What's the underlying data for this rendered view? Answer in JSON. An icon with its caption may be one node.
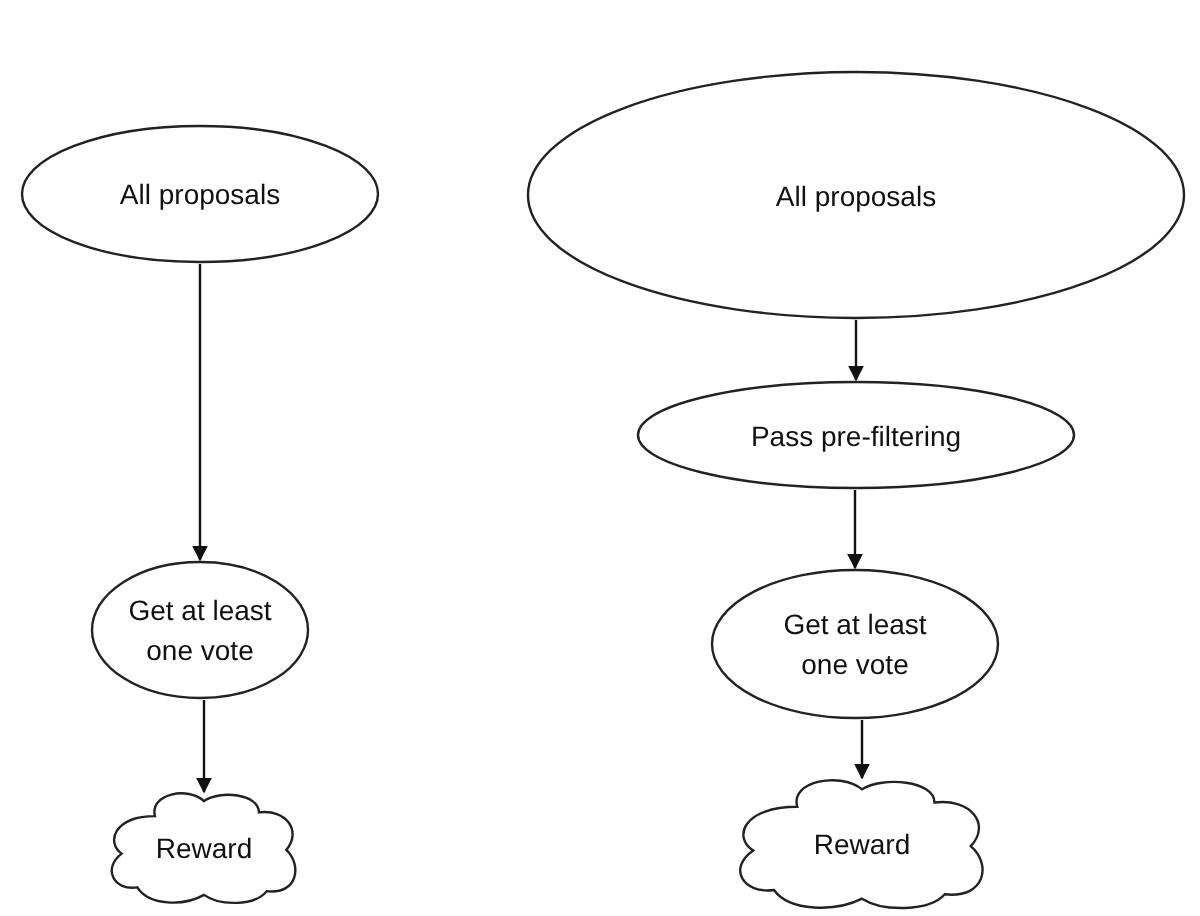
{
  "diagram": {
    "nodes": [
      {
        "text": [
          "All proposals"
        ]
      },
      {
        "text": [
          "Get at least one vote"
        ]
      },
      {
        "text": [
          "Reward"
        ]
      },
      {
        "text": [
          "All proposals"
        ]
      },
      {
        "text": [
          "Pass pre-filtering"
        ]
      },
      {
        "text": [
          "Get at least one vote"
        ]
      },
      {
        "text": [
          "Reward"
        ]
      }
    ],
    "edges": [
      {
        "from": 0,
        "to": 1,
        "arrow": "to"
      },
      {
        "from": 1,
        "to": 2,
        "arrow": "to"
      },
      {
        "from": 3,
        "to": 4,
        "arrow": "to"
      },
      {
        "from": 4,
        "to": 5,
        "arrow": "to"
      },
      {
        "from": 5,
        "to": 6,
        "arrow": "to"
      }
    ]
  }
}
